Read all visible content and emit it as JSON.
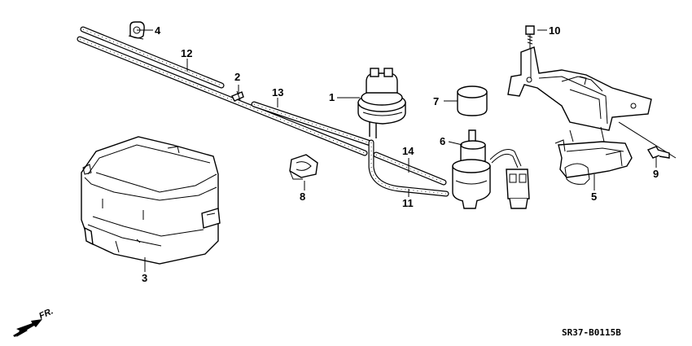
{
  "callouts": [
    {
      "id": "c1",
      "text": "1"
    },
    {
      "id": "c2",
      "text": "2"
    },
    {
      "id": "c3",
      "text": "3"
    },
    {
      "id": "c4",
      "text": "4"
    },
    {
      "id": "c5",
      "text": "5"
    },
    {
      "id": "c6",
      "text": "6"
    },
    {
      "id": "c7",
      "text": "7"
    },
    {
      "id": "c8",
      "text": "8"
    },
    {
      "id": "c9",
      "text": "9"
    },
    {
      "id": "c10",
      "text": "10"
    },
    {
      "id": "c11",
      "text": "11"
    },
    {
      "id": "c12",
      "text": "12"
    },
    {
      "id": "c13",
      "text": "13"
    },
    {
      "id": "c14",
      "text": "14"
    }
  ],
  "direction_label": "FR.",
  "diagram_code": "SR37-B0115B"
}
